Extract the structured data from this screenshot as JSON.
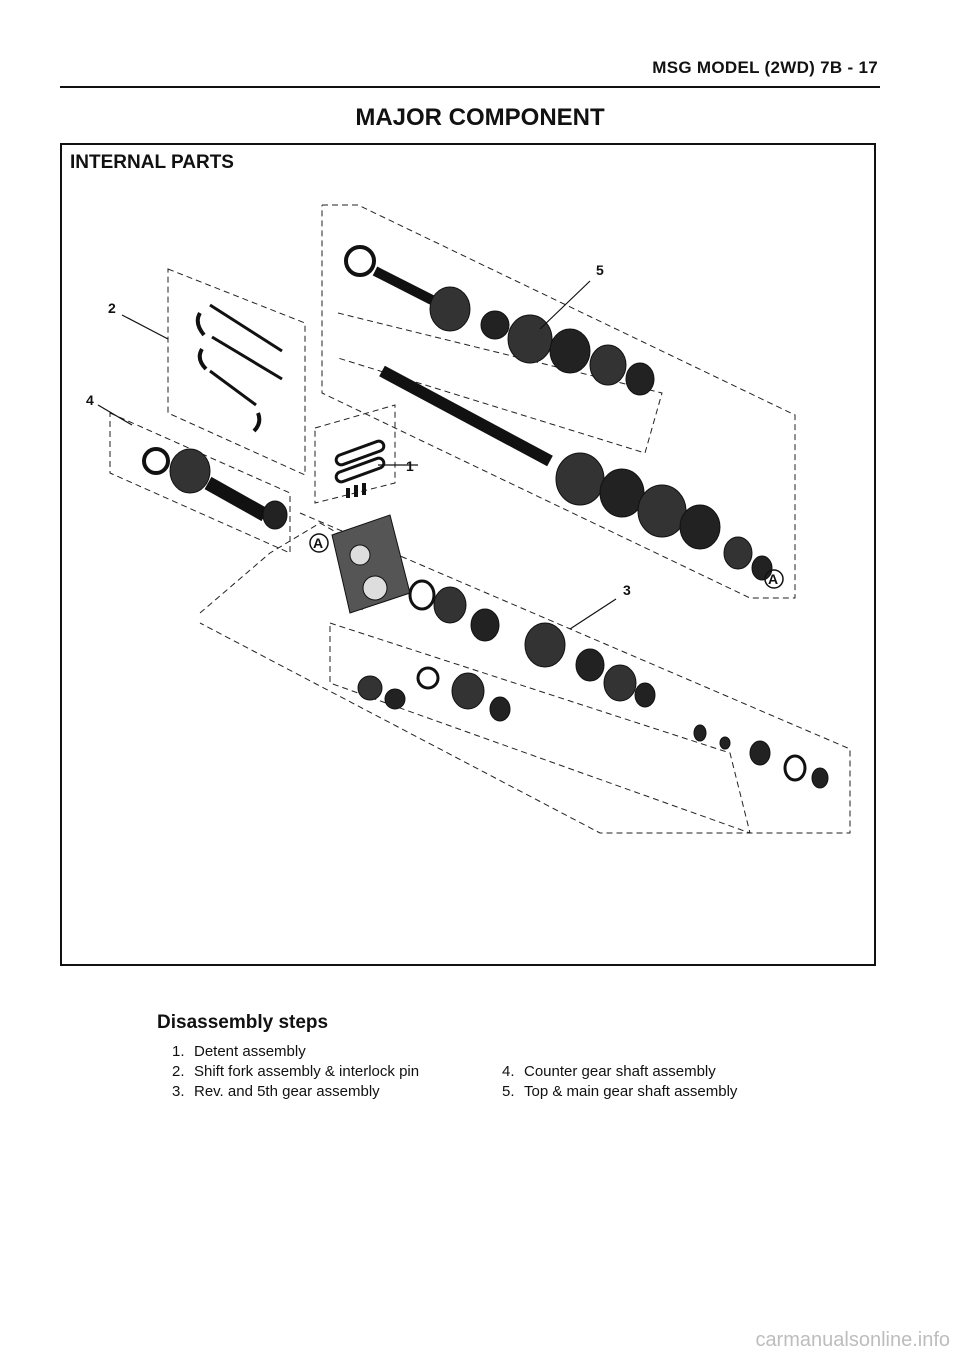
{
  "header": {
    "running_head": "MSG MODEL (2WD) 7B - 17"
  },
  "title": "MAJOR COMPONENT",
  "figure": {
    "section_label": "INTERNAL PARTS",
    "callouts": [
      "1",
      "2",
      "3",
      "4",
      "5"
    ],
    "marker_a": "A"
  },
  "steps": {
    "heading": "Disassembly steps",
    "items": [
      {
        "num": "1.",
        "text": "Detent assembly"
      },
      {
        "num": "2.",
        "text": "Shift fork assembly & interlock pin"
      },
      {
        "num": "3.",
        "text": "Rev. and 5th gear assembly"
      },
      {
        "num": "4.",
        "text": "Counter gear shaft assembly"
      },
      {
        "num": "5.",
        "text": "Top & main gear shaft assembly"
      }
    ]
  },
  "watermark": "carmanualsonline.info"
}
